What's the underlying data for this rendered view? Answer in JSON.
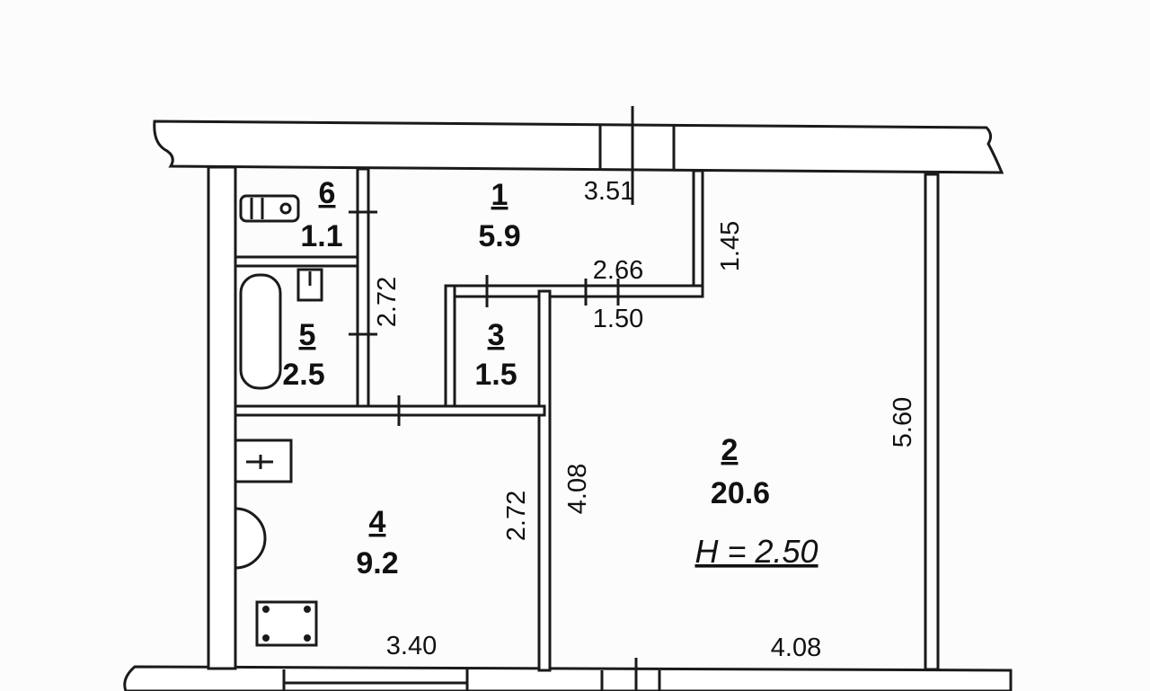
{
  "plan": {
    "ceiling_height": "H = 2.50",
    "rooms": [
      {
        "number": "1",
        "area": "5.9"
      },
      {
        "number": "2",
        "area": "20.6"
      },
      {
        "number": "3",
        "area": "1.5"
      },
      {
        "number": "4",
        "area": "9.2"
      },
      {
        "number": "5",
        "area": "2.5"
      },
      {
        "number": "6",
        "area": "1.1"
      }
    ],
    "dimensions": {
      "top_room1": "3.51",
      "room1_depth": "1.45",
      "room1_bottom": "2.66",
      "room3_width": "1.50",
      "bath_wall": "2.72",
      "kitchen_wall": "2.72",
      "kitchen_side": "4.08",
      "living_height": "5.60",
      "kitchen_bottom": "3.40",
      "living_bottom": "4.08"
    }
  }
}
